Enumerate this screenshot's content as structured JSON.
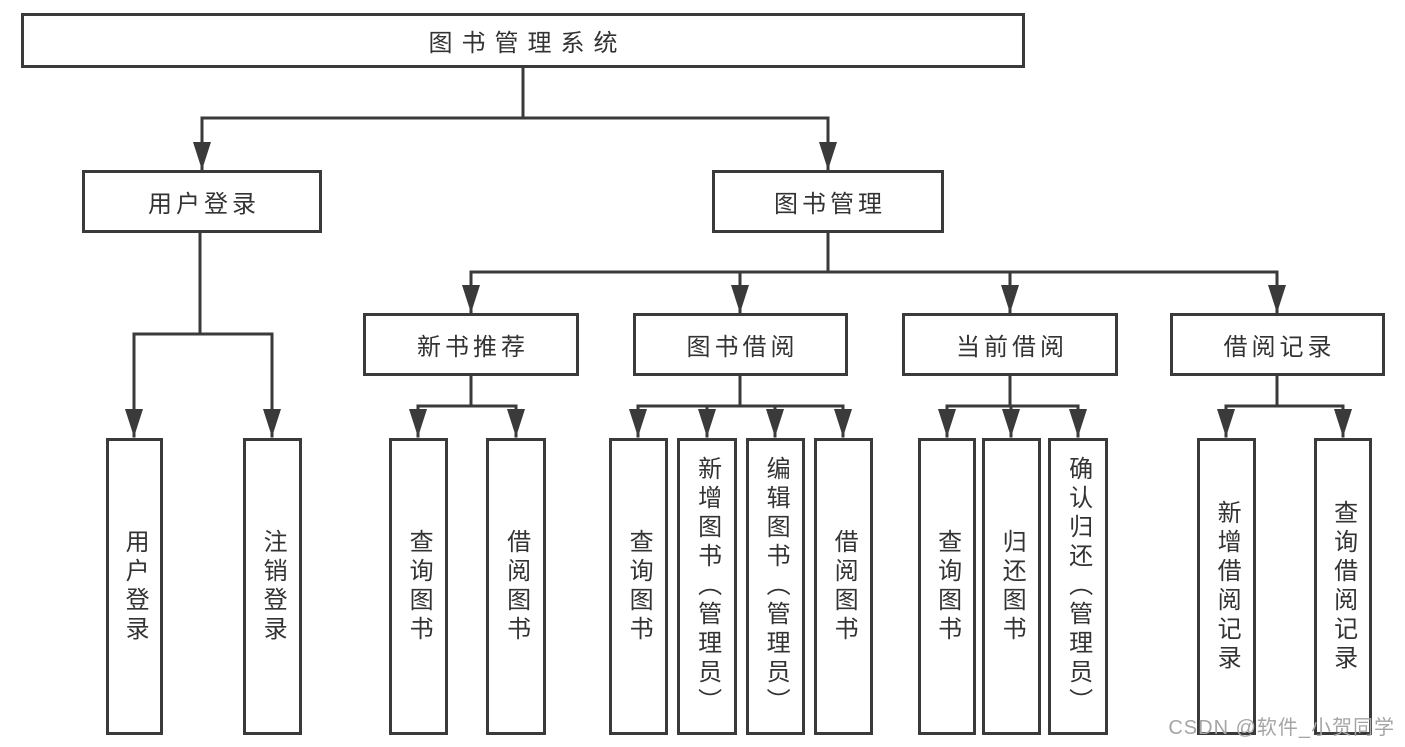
{
  "tree": {
    "label": "图书管理系统",
    "children": [
      {
        "label": "用户登录",
        "children": [
          {
            "label": "用户登录"
          },
          {
            "label": "注销登录"
          }
        ]
      },
      {
        "label": "图书管理",
        "children": [
          {
            "label": "新书推荐",
            "children": [
              {
                "label": "查询图书"
              },
              {
                "label": "借阅图书"
              }
            ]
          },
          {
            "label": "图书借阅",
            "children": [
              {
                "label": "查询图书"
              },
              {
                "label": "新增图书（管理员）"
              },
              {
                "label": "编辑图书（管理员）"
              },
              {
                "label": "借阅图书"
              }
            ]
          },
          {
            "label": "当前借阅",
            "children": [
              {
                "label": "查询图书"
              },
              {
                "label": "归还图书"
              },
              {
                "label": "确认归还（管理员）"
              }
            ]
          },
          {
            "label": "借阅记录",
            "children": [
              {
                "label": "新增借阅记录"
              },
              {
                "label": "查询借阅记录"
              }
            ]
          }
        ]
      }
    ]
  },
  "watermark": {
    "text": "CSDN @软件_小贺同学"
  },
  "colors": {
    "line": "#3a3a3a",
    "box_border": "#3a3a3a",
    "text": "#333333",
    "watermark": "#a5a5a5",
    "background": "#ffffff"
  }
}
